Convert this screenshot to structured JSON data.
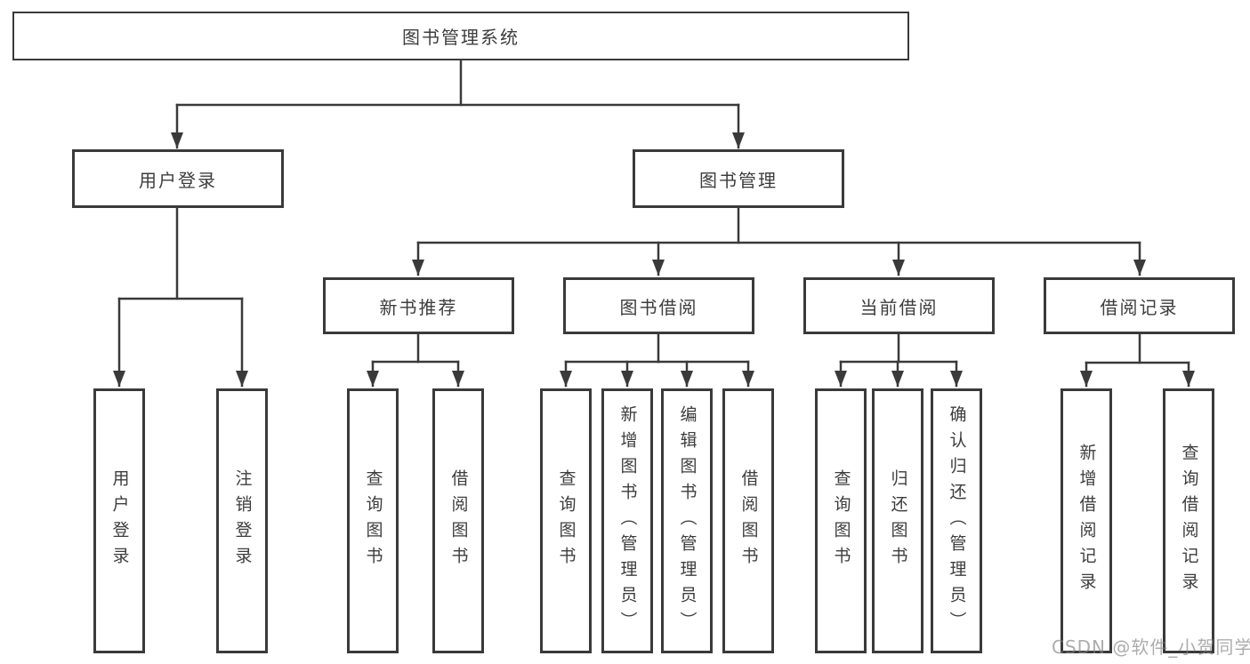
{
  "diagram": {
    "root": "图书管理系统",
    "level2": {
      "user_login": "用户登录",
      "book_management": "图书管理"
    },
    "level3": {
      "new_book_recommend": "新书推荐",
      "book_borrow": "图书借阅",
      "current_borrow": "当前借阅",
      "borrow_records": "借阅记录"
    },
    "leaves": {
      "user_login": "用户登录",
      "logout": "注销登录",
      "recommend_query_books": "查询图书",
      "recommend_borrow_books": "借阅图书",
      "borrow_query_books": "查询图书",
      "borrow_add_book_admin": "新增图书（管理员）",
      "borrow_edit_book_admin": "编辑图书（管理员）",
      "borrow_borrow_books": "借阅图书",
      "current_query_books": "查询图书",
      "current_return_books": "归还图书",
      "current_confirm_return_admin": "确认归还（管理员）",
      "records_add_record": "新增借阅记录",
      "records_query_record": "查询借阅记录"
    },
    "watermark": "CSDN @软件_小贺同学",
    "colors": {
      "line": "#3a3a3a",
      "box_background": "#ffffff",
      "text": "#3d3d3d",
      "watermark": "#808080"
    }
  }
}
